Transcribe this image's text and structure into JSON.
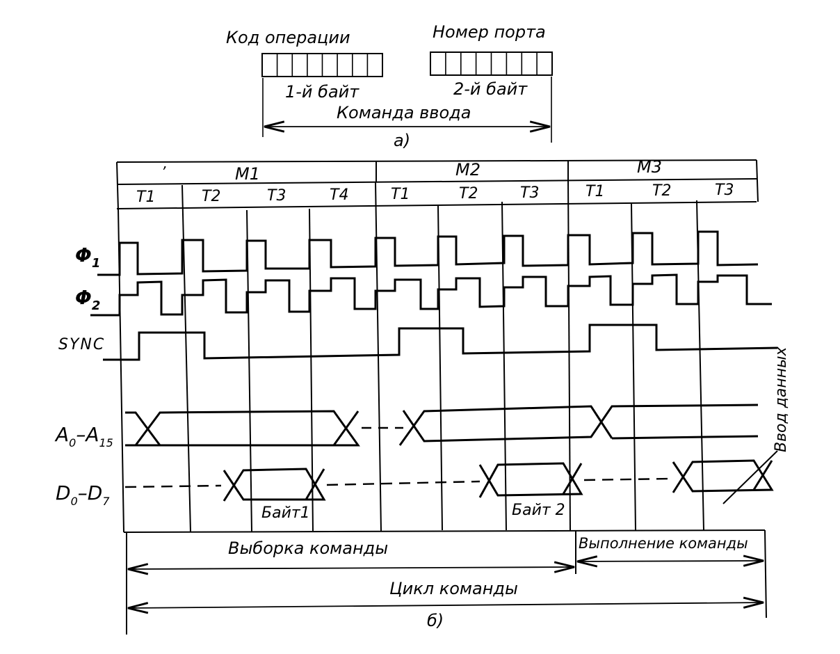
{
  "part_a": {
    "opcode_label": "Код операции",
    "port_label": "Номер порта",
    "byte1_label": "1-й байт",
    "byte2_label": "2-й байт",
    "command_label": "Команда ввода",
    "caption": "а)"
  },
  "machine_cycles": [
    {
      "name": "M1",
      "states": [
        "T1",
        "T2",
        "T3",
        "T4"
      ]
    },
    {
      "name": "M2",
      "states": [
        "T1",
        "T2",
        "T3"
      ]
    },
    {
      "name": "M3",
      "states": [
        "T1",
        "T2",
        "T3"
      ]
    }
  ],
  "signals": {
    "phi1": "Φ",
    "phi1_sub": "1",
    "phi2": "Φ",
    "phi2_sub": "2",
    "sync": "SYNC",
    "addr": "A",
    "addr_sub0": "0",
    "addr_dash": "–A",
    "addr_sub15": "15",
    "data": "D",
    "data_sub0": "0",
    "data_dash": "–D",
    "data_sub7": "7"
  },
  "bus_labels": {
    "byte1": "Байт1",
    "byte2": "Байт 2",
    "data_input": "Ввод данных"
  },
  "phases": {
    "fetch": "Выборка команды",
    "execute": "Выполнение команды",
    "cycle": "Цикл команды",
    "caption": "б)"
  }
}
